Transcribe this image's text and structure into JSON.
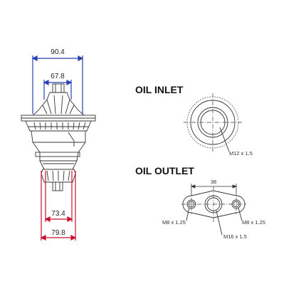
{
  "turbo_cartridge": {
    "dimensions": {
      "compressor_outer": "90.4",
      "compressor_inner": "67.8",
      "turbine_inner": "73.4",
      "turbine_outer": "79.8"
    },
    "colors": {
      "blue_dimension": "#2a3fb0",
      "red_dimension": "#c8102e",
      "line": "#333333"
    }
  },
  "oil_inlet": {
    "heading": "OIL INLET",
    "thread_note": "M12 x 1.5"
  },
  "oil_outlet": {
    "heading": "OIL OUTLET",
    "spacing": "38",
    "left_bolt_note": "M8 x 1.25",
    "right_bolt_note": "M8 x 1.25",
    "center_note": "M16  x 1.5"
  }
}
